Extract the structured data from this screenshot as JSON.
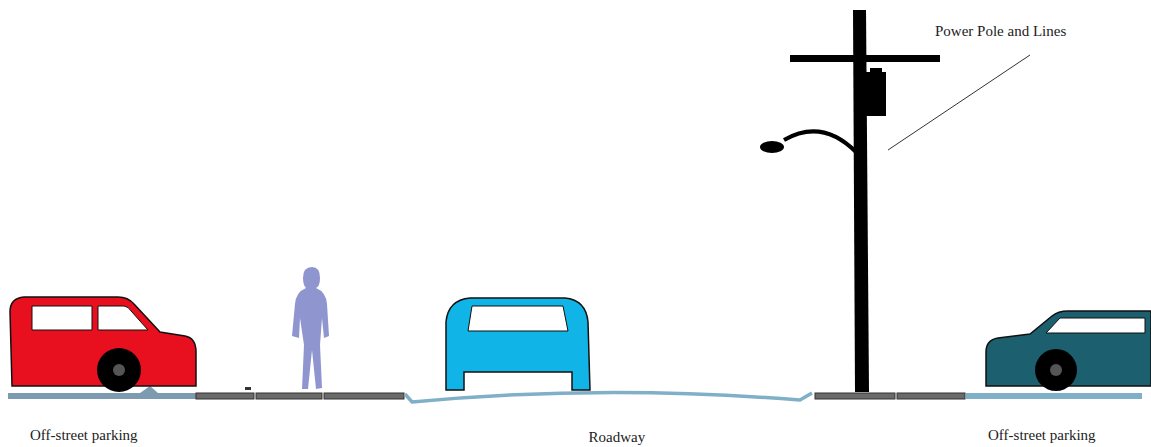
{
  "diagram": {
    "labels": [
      "Power Pole and Lines",
      "Off-street parking",
      "Roadway",
      "Off-street parking"
    ]
  }
}
